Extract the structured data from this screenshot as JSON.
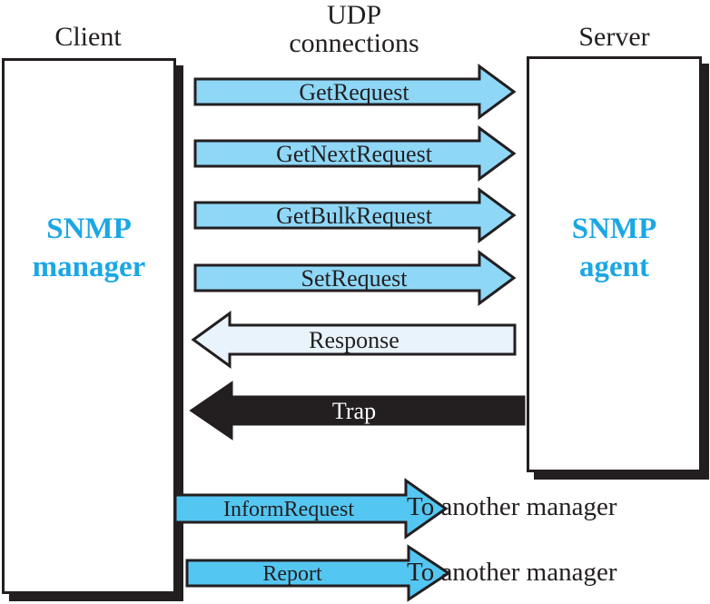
{
  "diagram": {
    "bg": "#ffffff",
    "ink": "#231f20",
    "accent_text": "#1ba7e4",
    "request_arrow_fill": "#8ed7f7",
    "response_arrow_fill": "#e8f3fb",
    "trap_arrow_fill": "#231f20",
    "manager_arrow_fill": "#54c6f2"
  },
  "labels": {
    "client": "Client",
    "udp": "UDP\nconnections",
    "server": "Server",
    "to_another_manager_1": "To another manager",
    "to_another_manager_2": "To another manager"
  },
  "boxes": {
    "client": {
      "title": "SNMP\nmanager"
    },
    "server": {
      "title": "SNMP\nagent"
    }
  },
  "arrows": [
    {
      "label": "GetRequest",
      "direction": "right",
      "fill": "#8ed7f7",
      "label_color": "#231f20"
    },
    {
      "label": "GetNextRequest",
      "direction": "right",
      "fill": "#8ed7f7",
      "label_color": "#231f20"
    },
    {
      "label": "GetBulkRequest",
      "direction": "right",
      "fill": "#8ed7f7",
      "label_color": "#231f20"
    },
    {
      "label": "SetRequest",
      "direction": "right",
      "fill": "#8ed7f7",
      "label_color": "#231f20"
    },
    {
      "label": "Response",
      "direction": "left",
      "fill": "#e8f3fb",
      "label_color": "#231f20"
    },
    {
      "label": "Trap",
      "direction": "left",
      "fill": "#231f20",
      "label_color": "#ffffff"
    },
    {
      "label": "InformRequest",
      "direction": "right",
      "fill": "#54c6f2",
      "label_color": "#231f20"
    },
    {
      "label": "Report",
      "direction": "right",
      "fill": "#54c6f2",
      "label_color": "#231f20"
    }
  ]
}
